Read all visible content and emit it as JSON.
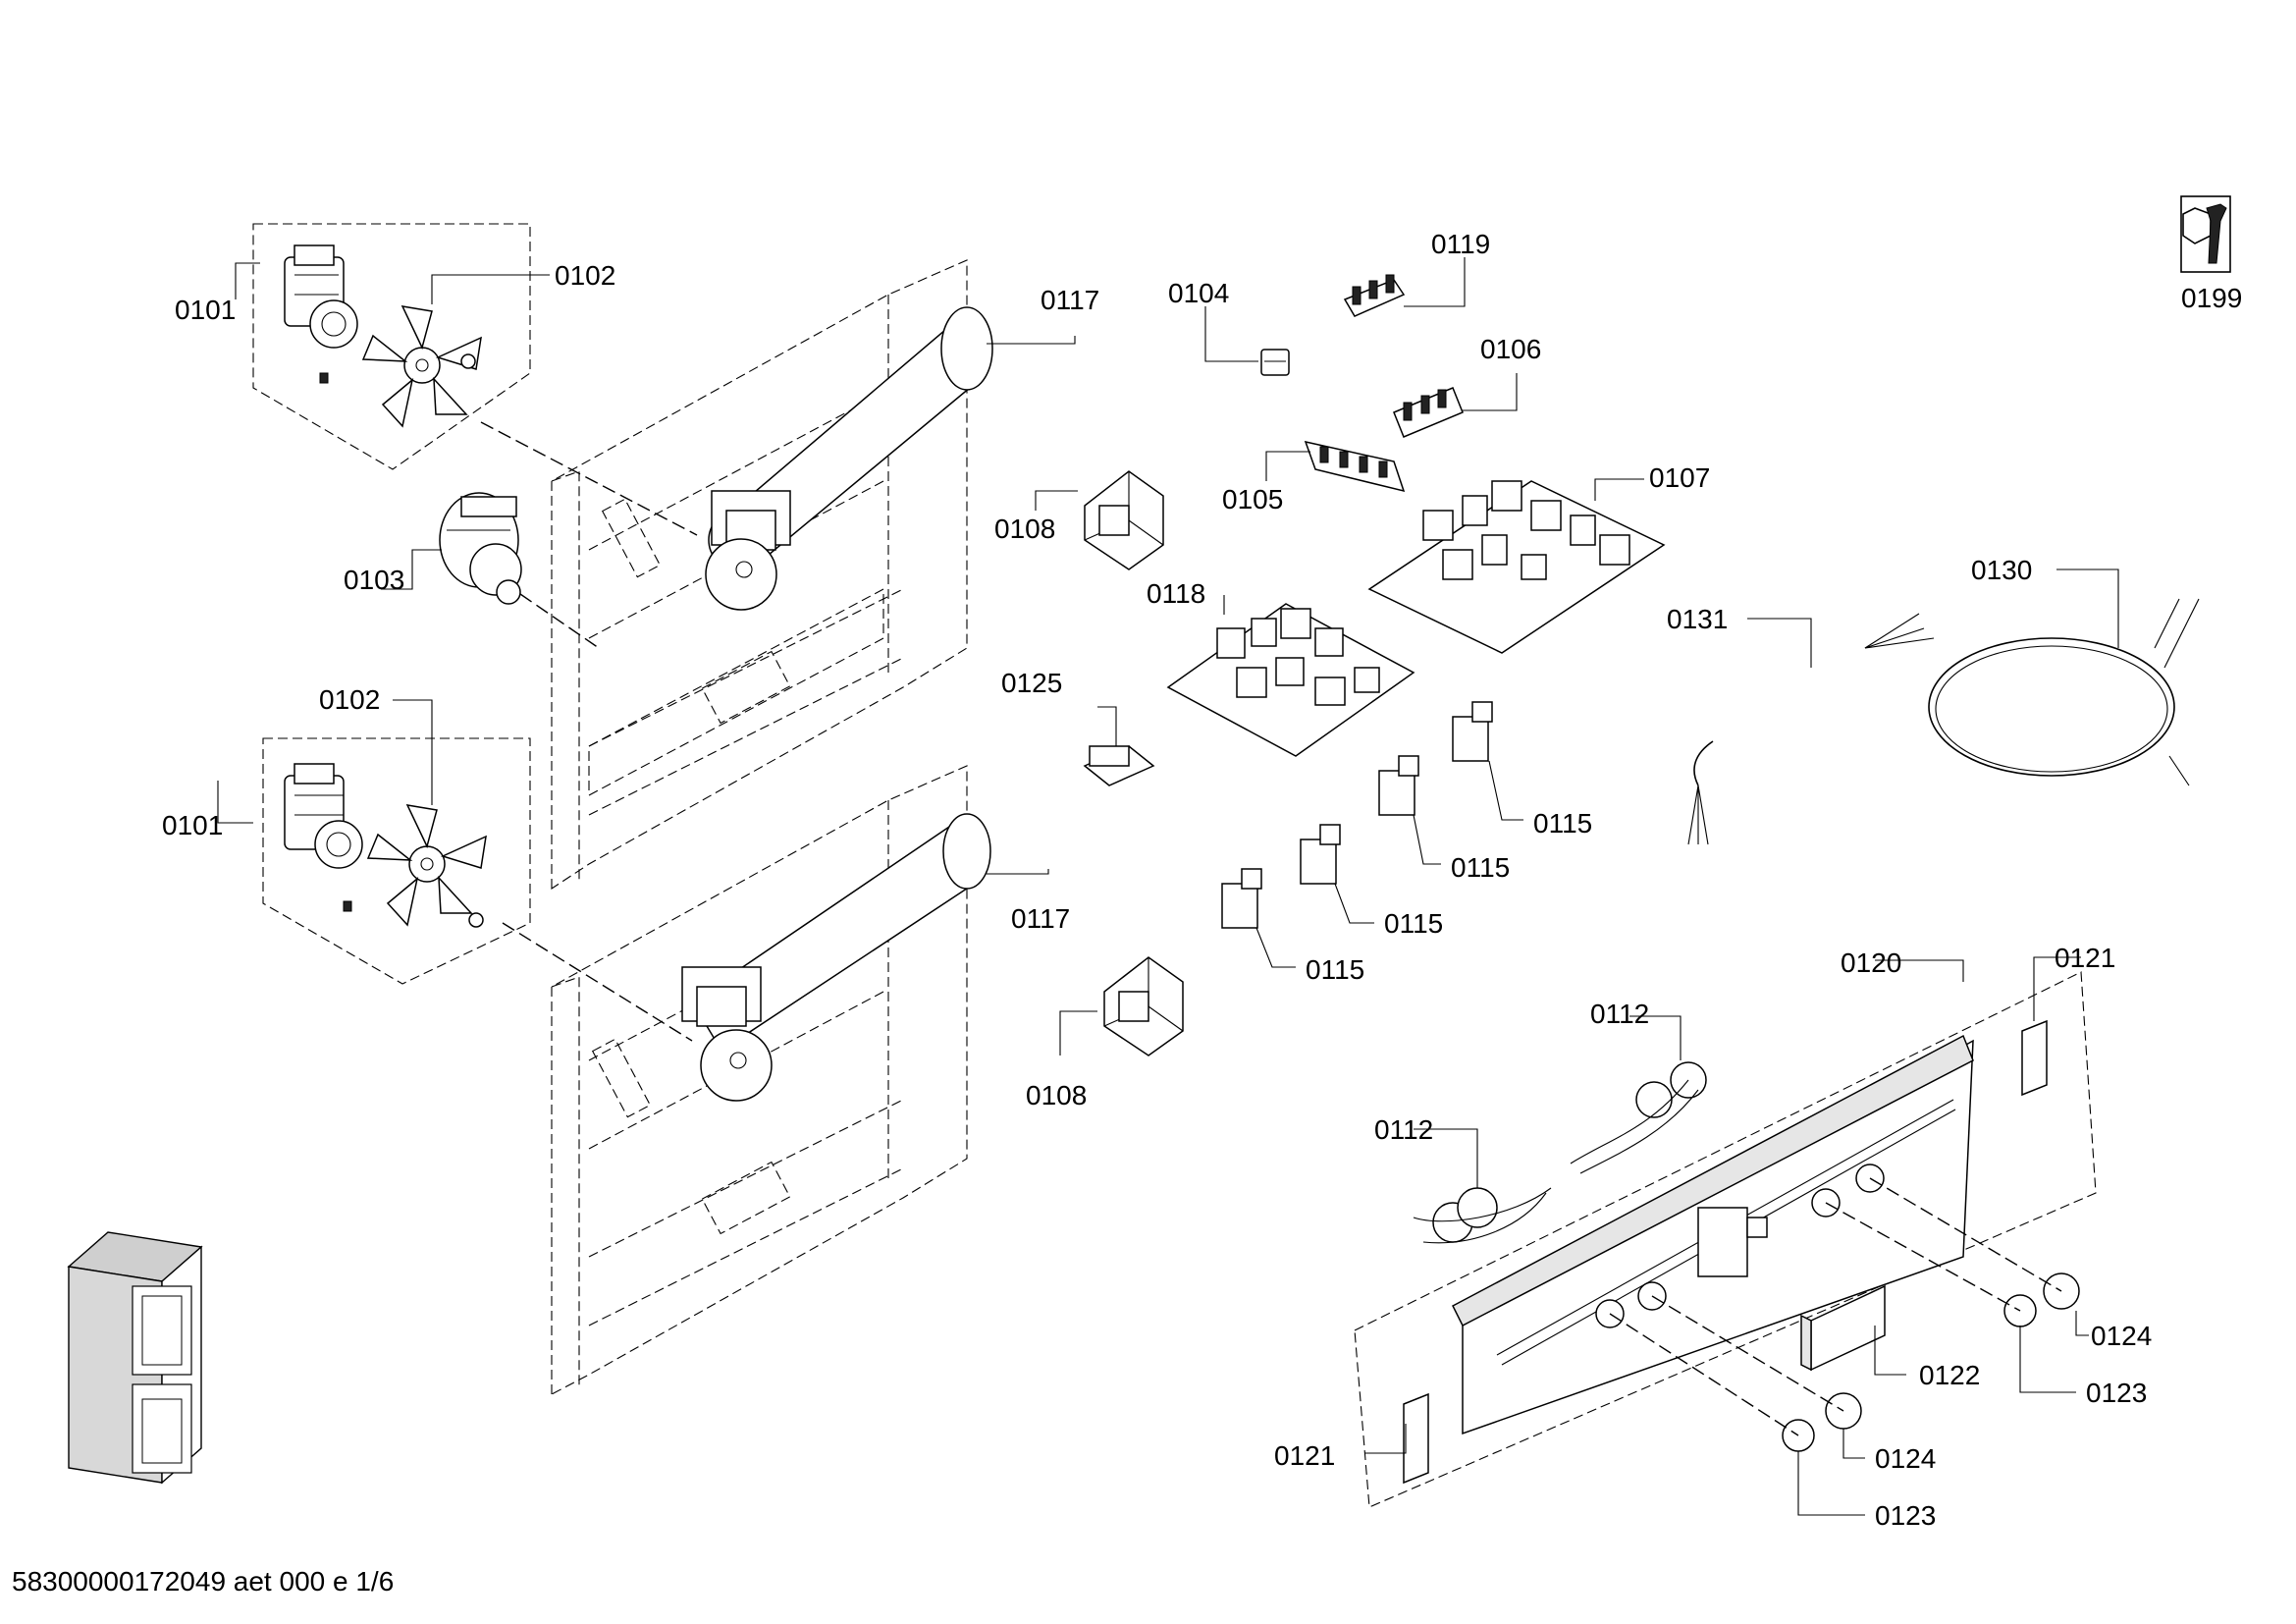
{
  "parts": {
    "p0101_a": "0101",
    "p0102_a": "0102",
    "p0103": "0103",
    "p0102_b": "0102",
    "p0101_b": "0101",
    "p0117_a": "0117",
    "p0117_b": "0117",
    "p0104": "0104",
    "p0119": "0119",
    "p0106": "0106",
    "p0105": "0105",
    "p0107": "0107",
    "p0108_a": "0108",
    "p0108_b": "0108",
    "p0118": "0118",
    "p0125": "0125",
    "p0131": "0131",
    "p0130": "0130",
    "p0115_a": "0115",
    "p0115_b": "0115",
    "p0115_c": "0115",
    "p0115_d": "0115",
    "p0120": "0120",
    "p0121_a": "0121",
    "p0121_b": "0121",
    "p0112_a": "0112",
    "p0112_b": "0112",
    "p0122": "0122",
    "p0124_a": "0124",
    "p0124_b": "0124",
    "p0123_a": "0123",
    "p0123_b": "0123",
    "p0199": "0199"
  },
  "footer": "58300000172049 aet 000 e 1/6",
  "icons": {
    "tool": "wrench-bolt-icon",
    "appliance": "double-oven-icon"
  }
}
